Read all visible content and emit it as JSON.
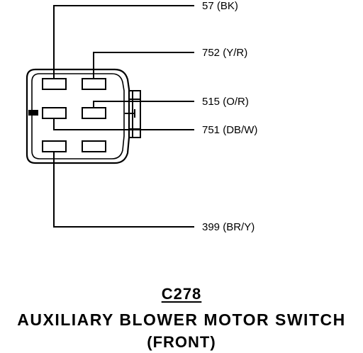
{
  "connector": {
    "id": "C278",
    "name": "AUXILIARY BLOWER MOTOR SWITCH",
    "position": "(FRONT)"
  },
  "wires": [
    {
      "circuit": "57",
      "color": "(BK)"
    },
    {
      "circuit": "752",
      "color": "(Y/R)"
    },
    {
      "circuit": "515",
      "color": "(O/R)"
    },
    {
      "circuit": "751",
      "color": "(DB/W)"
    },
    {
      "circuit": "399",
      "color": "(BR/Y)"
    }
  ],
  "colors": {
    "ink": "#000000",
    "paper": "#ffffff"
  }
}
